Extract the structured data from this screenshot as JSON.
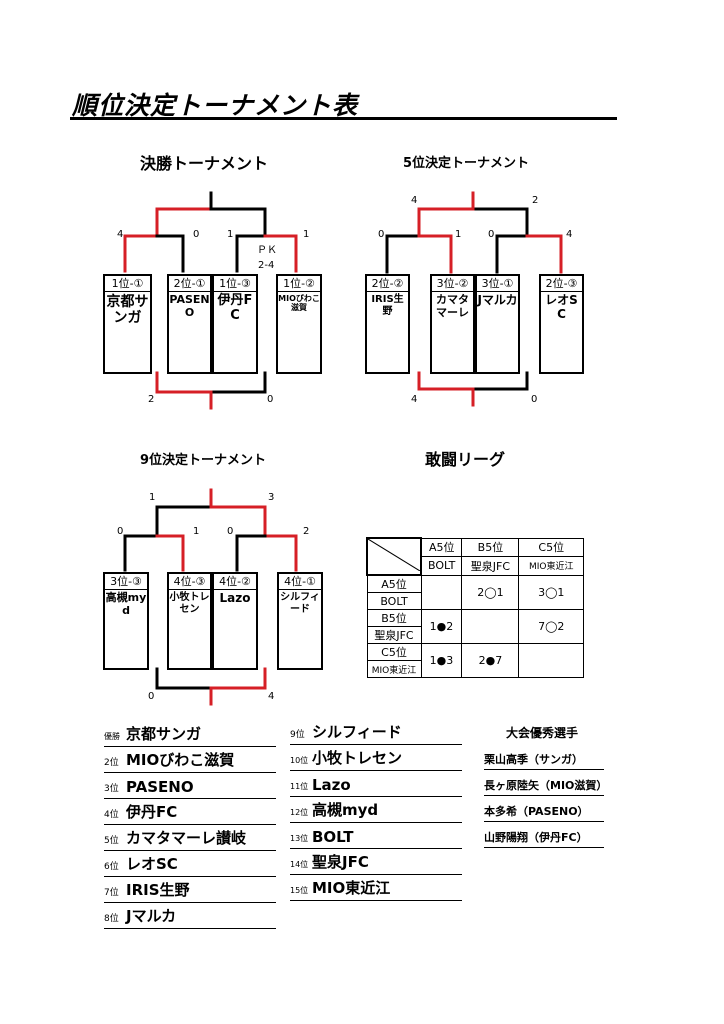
{
  "page": {
    "title": "順位決定トーナメント表"
  },
  "final": {
    "title": "決勝トーナメント",
    "teams": [
      {
        "seed": "1位-①",
        "name": "京都サンガ"
      },
      {
        "seed": "2位-①",
        "name": "PASENO"
      },
      {
        "seed": "1位-③",
        "name": "伊丹FC"
      },
      {
        "seed": "1位-②",
        "name": "MIOびわこ滋賀"
      }
    ],
    "scores_top": [
      "4",
      "0",
      "1",
      "1"
    ],
    "pk": "ＰＫ",
    "pk_score": "2-4",
    "scores_bottom": [
      "2",
      "0"
    ]
  },
  "fifth": {
    "title": "5位決定トーナメント",
    "teams": [
      {
        "seed": "2位-②",
        "name": "IRIS生野"
      },
      {
        "seed": "3位-②",
        "name": "カマタマーレ"
      },
      {
        "seed": "3位-①",
        "name": "Jマルカ"
      },
      {
        "seed": "2位-③",
        "name": "レオSC"
      }
    ],
    "scores_final": [
      "4",
      "2"
    ],
    "scores_top": [
      "0",
      "1",
      "0",
      "4"
    ],
    "scores_bottom": [
      "4",
      "0"
    ]
  },
  "ninth": {
    "title": "9位決定トーナメント",
    "teams": [
      {
        "seed": "3位-③",
        "name": "高槻myd"
      },
      {
        "seed": "4位-③",
        "name": "小牧トレセン"
      },
      {
        "seed": "4位-②",
        "name": "Lazo"
      },
      {
        "seed": "4位-①",
        "name": "シルフィード"
      }
    ],
    "scores_final": [
      "1",
      "3"
    ],
    "scores_top": [
      "0",
      "1",
      "0",
      "2"
    ],
    "scores_bottom": [
      "0",
      "4"
    ]
  },
  "league": {
    "title": "敢闘リーグ",
    "columns": [
      {
        "rank": "A5位",
        "team": "BOLT"
      },
      {
        "rank": "B5位",
        "team": "聖泉JFC"
      },
      {
        "rank": "C5位",
        "team": "MIO東近江"
      }
    ],
    "rows": [
      {
        "rank": "A5位",
        "team": "BOLT",
        "cells": [
          "",
          "2◯1",
          "3◯1"
        ]
      },
      {
        "rank": "B5位",
        "team": "聖泉JFC",
        "cells": [
          "1●2",
          "",
          "7◯2"
        ]
      },
      {
        "rank": "C5位",
        "team": "MIO東近江",
        "cells": [
          "1●3",
          "2●7",
          ""
        ]
      }
    ]
  },
  "rankings_left": [
    {
      "rank": "優勝",
      "team": "京都サンガ"
    },
    {
      "rank": "2位",
      "team": "MIOびわこ滋賀"
    },
    {
      "rank": "3位",
      "team": "PASENO"
    },
    {
      "rank": "4位",
      "team": "伊丹FC"
    },
    {
      "rank": "5位",
      "team": "カマタマーレ讃岐"
    },
    {
      "rank": "6位",
      "team": "レオSC"
    },
    {
      "rank": "7位",
      "team": "IRIS生野"
    },
    {
      "rank": "8位",
      "team": "Jマルカ"
    }
  ],
  "rankings_mid": [
    {
      "rank": "9位",
      "team": "シルフィード"
    },
    {
      "rank": "10位",
      "team": "小牧トレセン"
    },
    {
      "rank": "11位",
      "team": "Lazo"
    },
    {
      "rank": "12位",
      "team": "高槻myd"
    },
    {
      "rank": "13位",
      "team": "BOLT"
    },
    {
      "rank": "14位",
      "team": "聖泉JFC"
    },
    {
      "rank": "15位",
      "team": "MIO東近江"
    }
  ],
  "mvp": {
    "title": "大会優秀選手",
    "players": [
      "栗山高季（サンガ）",
      "長ヶ原陸矢（MIO滋賀）",
      "本多希（PASENO）",
      "山野陽翔（伊丹FC）"
    ]
  }
}
